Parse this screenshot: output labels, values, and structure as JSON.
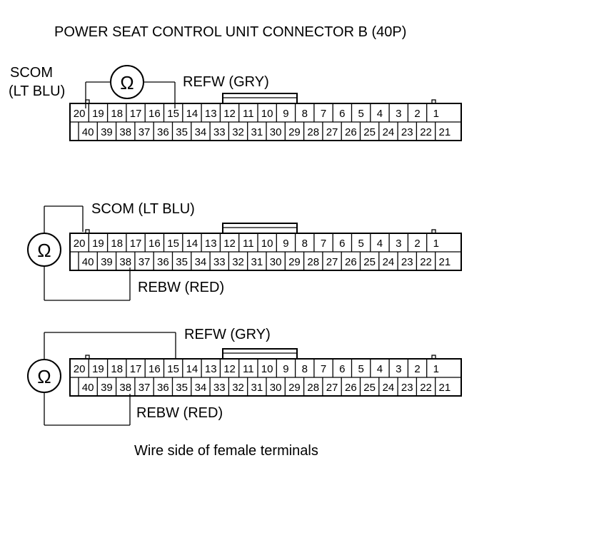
{
  "title": "POWER SEAT CONTROL UNIT CONNECTOR B (40P)",
  "connector": {
    "top_row": [
      "20",
      "19",
      "18",
      "17",
      "16",
      "15",
      "14",
      "13",
      "12",
      "11",
      "10",
      "9",
      "8",
      "7",
      "6",
      "5",
      "4",
      "3",
      "2",
      "1"
    ],
    "bottom_row": [
      "40",
      "39",
      "38",
      "37",
      "36",
      "35",
      "34",
      "33",
      "32",
      "31",
      "30",
      "29",
      "28",
      "27",
      "26",
      "25",
      "24",
      "23",
      "22",
      "21"
    ]
  },
  "meter_symbol": "Ω",
  "tests": [
    {
      "labels": {
        "scom_line1": "SCOM",
        "scom_line2": "(LT BLU)",
        "refw": "REFW (GRY)"
      }
    },
    {
      "labels": {
        "scom": "SCOM (LT BLU)",
        "rebw": "REBW (RED)"
      }
    },
    {
      "labels": {
        "refw": "REFW (GRY)",
        "rebw": "REBW (RED)"
      }
    }
  ],
  "caption": "Wire side of female terminals"
}
